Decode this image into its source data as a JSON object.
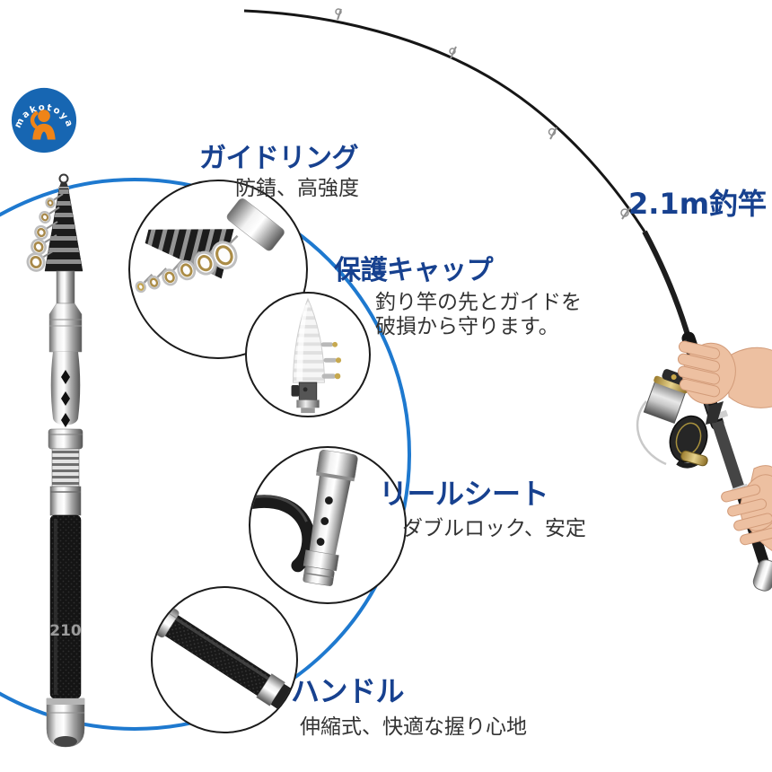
{
  "brand": {
    "name": "makotoya"
  },
  "colors": {
    "accent_blue": "#1e79cf",
    "title_navy": "#17418f",
    "desc_gray": "#333333",
    "logo_blue": "#1766b2",
    "logo_orange": "#ef8418"
  },
  "product": {
    "size_label": "2.1m釣竿",
    "rod_marking": "210"
  },
  "callouts": {
    "guide_ring": {
      "title": "ガイドリング",
      "desc": "防錆、高強度"
    },
    "protect_cap": {
      "title": "保護キャップ",
      "desc_line1": "釣り竿の先とガイドを",
      "desc_line2": "破損から守ります。"
    },
    "reel_seat": {
      "title": "リールシート",
      "desc": "ダブルロック、安定"
    },
    "handle": {
      "title": "ハンドル",
      "desc": "伸縮式、快適な握り心地"
    }
  }
}
